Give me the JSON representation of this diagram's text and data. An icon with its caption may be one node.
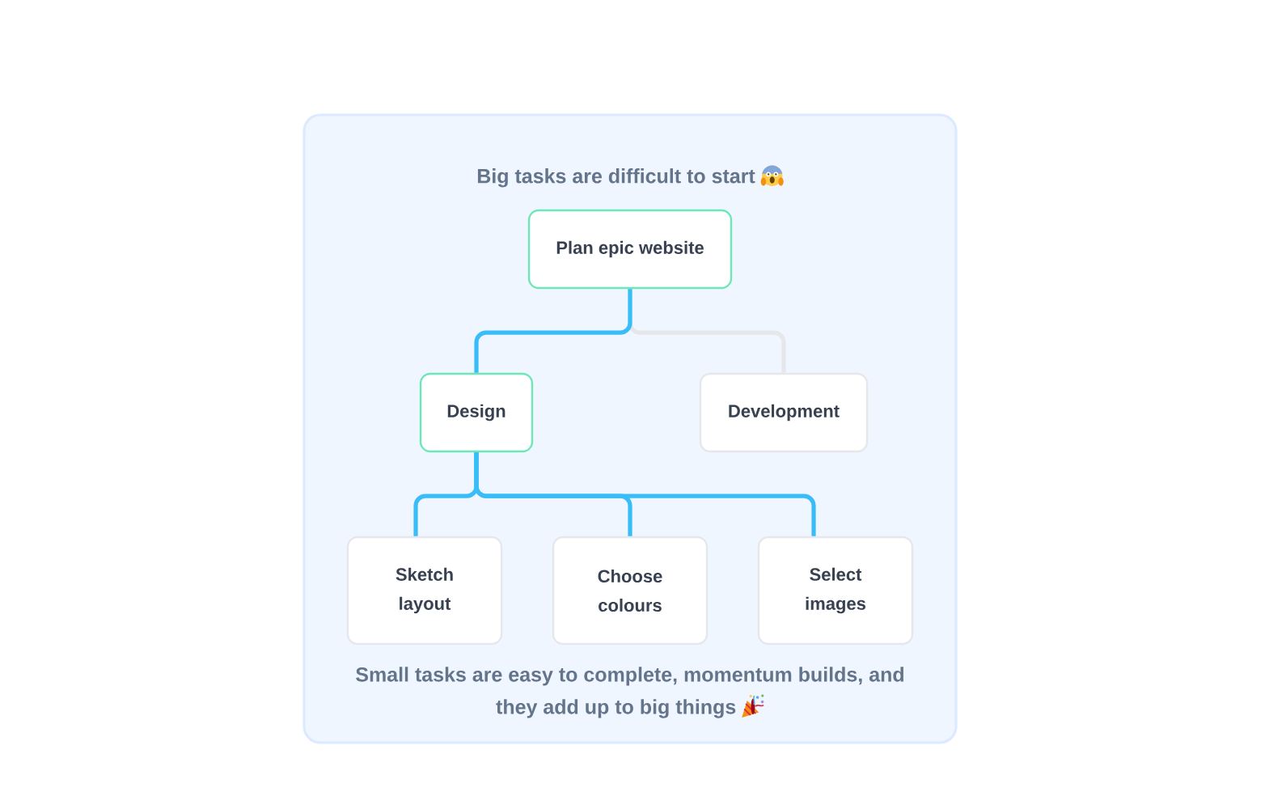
{
  "diagram": {
    "nodes": [
      {
        "text": [
          "Big tasks are difficult to start",
          "Small tasks are easy to complete, momentum builds, and they add up to big things"
        ]
      },
      {
        "text": [
          "Plan epic website"
        ],
        "in": 0
      },
      {
        "text": [
          "Design"
        ],
        "in": 0
      },
      {
        "text": [
          "Development"
        ],
        "in": 0
      },
      {
        "text": [
          "Sketch layout"
        ],
        "in": 0
      },
      {
        "text": [
          "Choose colours"
        ],
        "in": 0
      },
      {
        "text": [
          "Select images"
        ],
        "in": 0
      }
    ],
    "edges": [
      {
        "from": 1,
        "to": 2,
        "arrow": "none"
      },
      {
        "from": 1,
        "to": 3,
        "arrow": "none",
        "color": "#e5e7eb"
      },
      {
        "from": 2,
        "to": 4,
        "arrow": "none"
      },
      {
        "from": 2,
        "to": 5,
        "arrow": "none"
      },
      {
        "from": 2,
        "to": 6,
        "arrow": "none"
      }
    ]
  }
}
